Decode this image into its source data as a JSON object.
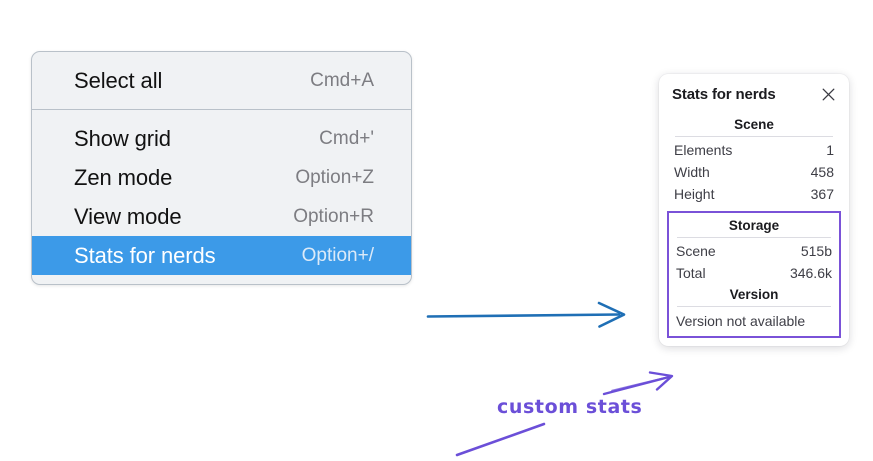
{
  "context_menu": {
    "name": "canvas-context-menu",
    "groups": [
      {
        "items": [
          {
            "label": "Select all",
            "shortcut": "Cmd+A",
            "highlighted": false
          }
        ]
      },
      {
        "items": [
          {
            "label": "Show grid",
            "shortcut": "Cmd+'",
            "highlighted": false
          },
          {
            "label": "Zen mode",
            "shortcut": "Option+Z",
            "highlighted": false
          },
          {
            "label": "View mode",
            "shortcut": "Option+R",
            "highlighted": false
          },
          {
            "label": "Stats for nerds",
            "shortcut": "Option+/",
            "highlighted": true
          }
        ]
      }
    ]
  },
  "stats_panel": {
    "title": "Stats for nerds",
    "close_icon": "close-icon",
    "sections": [
      {
        "heading": "Scene",
        "rows": [
          {
            "key": "Elements",
            "value": "1"
          },
          {
            "key": "Width",
            "value": "458"
          },
          {
            "key": "Height",
            "value": "367"
          }
        ]
      },
      {
        "heading": "Storage",
        "rows": [
          {
            "key": "Scene",
            "value": "515b"
          },
          {
            "key": "Total",
            "value": "346.6k"
          }
        ]
      },
      {
        "heading": "Version",
        "text": "Version not available"
      }
    ]
  },
  "annotations": {
    "label": "custom stats",
    "blue_arrow_name": "blue-pointer-arrow",
    "purple_arrow_name": "purple-pointer-arrow"
  },
  "colors": {
    "menu_background": "#f0f2f4",
    "menu_border": "#b9c1c9",
    "highlight_blue": "#3c9ae8",
    "shortcut_gray": "#7d7d82",
    "panel_white": "#ffffff",
    "custom_box_purple": "#7a52d8",
    "annotation_purple": "#6b4fd8",
    "blue_arrow": "#1f6fb5"
  }
}
